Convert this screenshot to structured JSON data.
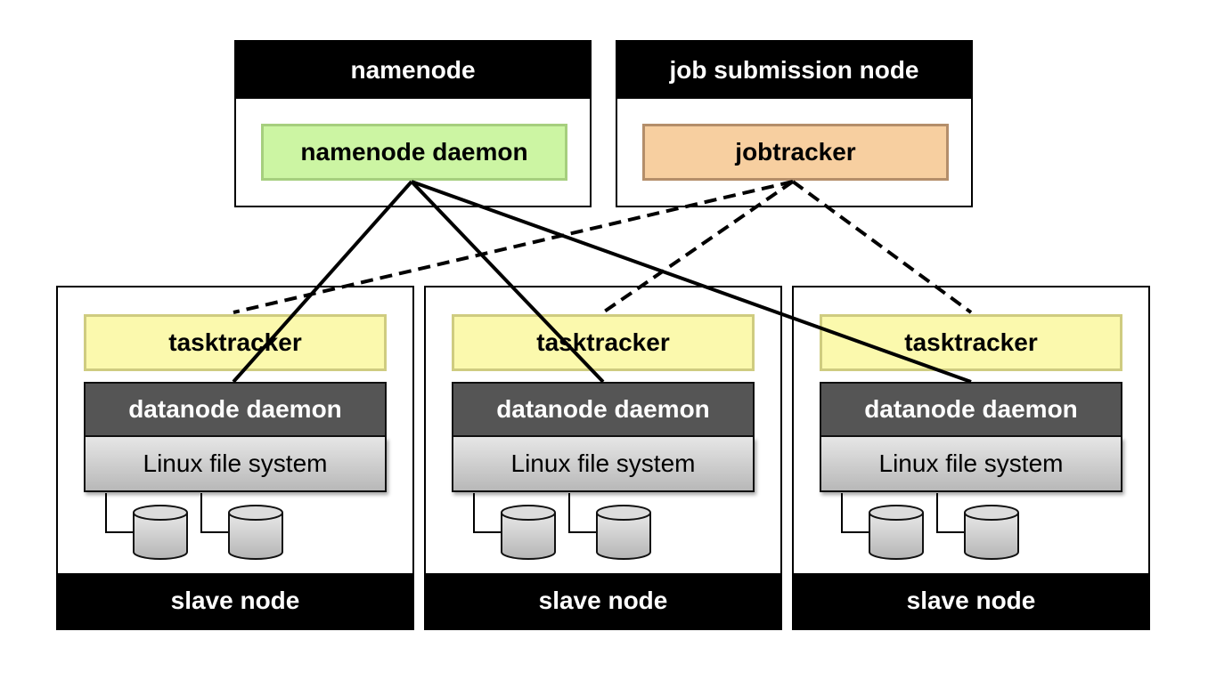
{
  "namenode": {
    "title": "namenode",
    "daemon": "namenode daemon"
  },
  "jobnode": {
    "title": "job submission node",
    "tracker": "jobtracker"
  },
  "slaves": [
    {
      "tasktracker": "tasktracker",
      "datanode": "datanode daemon",
      "fs": "Linux file system",
      "title": "slave node"
    },
    {
      "tasktracker": "tasktracker",
      "datanode": "datanode daemon",
      "fs": "Linux file system",
      "title": "slave node"
    },
    {
      "tasktracker": "tasktracker",
      "datanode": "datanode daemon",
      "fs": "Linux file system",
      "title": "slave node"
    }
  ]
}
